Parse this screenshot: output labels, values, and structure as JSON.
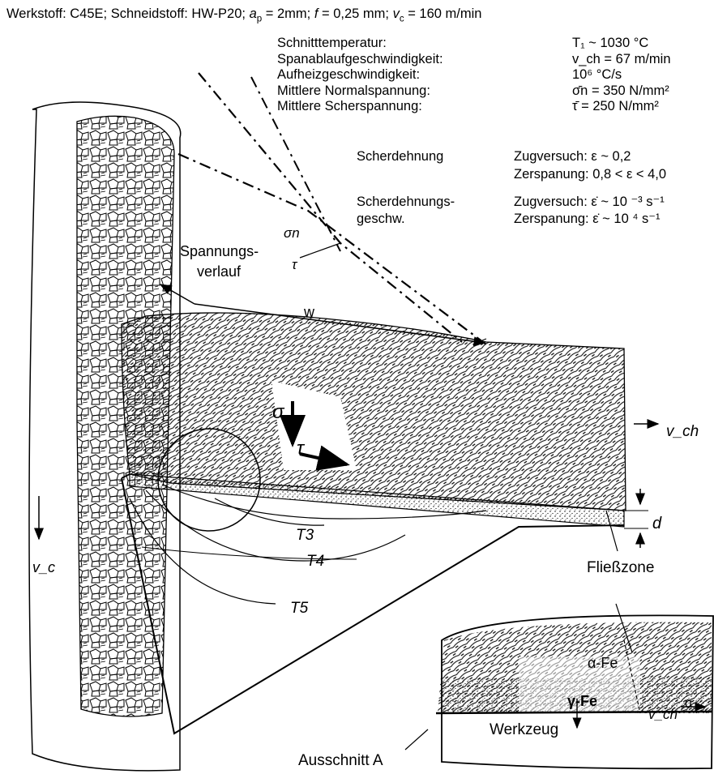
{
  "header": {
    "prefix": "Werkstoff: C45E; Schneidstoff: HW-P20; ",
    "ap_sym": "a",
    "ap_sub": "p",
    "ap_val": " = 2mm;  ",
    "f_sym": "f",
    "f_val": " = 0,25 mm;  ",
    "vc_sym": "v",
    "vc_sub": "c",
    "vc_val": " = 160 m/min"
  },
  "properties": [
    {
      "label": "Schnitttemperatur:",
      "value": "T₁ ~ 1030 °C"
    },
    {
      "label": "Spanablaufgeschwindigkeit:",
      "value": "v_ch = 67 m/min"
    },
    {
      "label": "Aufheizgeschwindigkeit:",
      "value": "10⁶ °C/s"
    },
    {
      "label": "Mittlere Normalspannung:",
      "value": "σ̄n = 350 N/mm²"
    },
    {
      "label": "Mittlere Scherspannung:",
      "value": "τ̄  = 250 N/mm²"
    }
  ],
  "strain": {
    "label": "Scherdehnung",
    "tensile": "Zugversuch: ε ~ 0,2",
    "cutting": "Zerspanung: 0,8 < ε < 4,0"
  },
  "strain_rate": {
    "label_line1": "Scherdehnungs-",
    "label_line2": "geschw.",
    "tensile": "Zugversuch: ε̇ ~ 10 ⁻³ s⁻¹",
    "cutting": "Zerspanung: ε̇ ~ 10 ⁴ s⁻¹"
  },
  "labels": {
    "sigma_n": "σn",
    "tau_small": "τ",
    "spannung_line1": "Spannungs-",
    "spannung_line2": "verlauf",
    "w": "w",
    "sigma": "σ",
    "tau": "τ",
    "vch": "v_ch",
    "vc": "v_c",
    "d": "d",
    "T3": "T3",
    "T4": "T4",
    "T5": "T5",
    "fliesszone": "Fließzone",
    "alpha_fe": "α-Fe",
    "gamma_fe": "γ-Fe",
    "vch_inset": "v_ch",
    "zero": "0",
    "werkzeug": "Werkzeug",
    "ausschnitt": "Ausschnitt A"
  }
}
